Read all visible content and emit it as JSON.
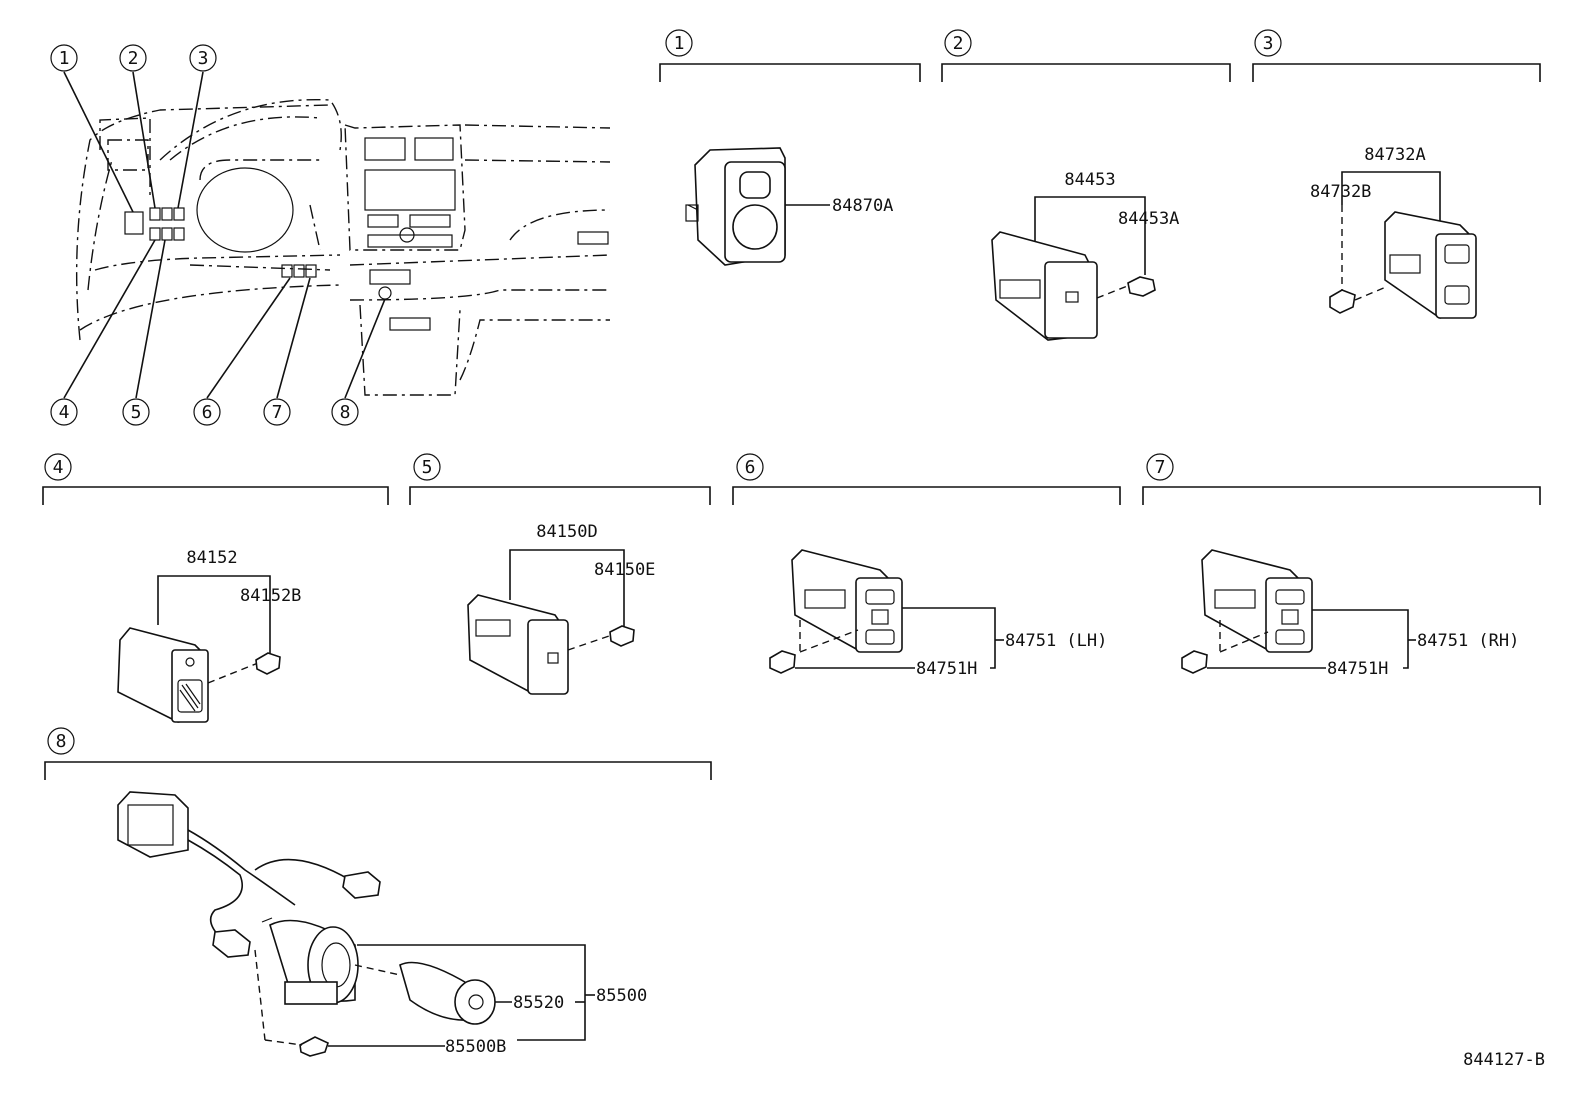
{
  "callouts": [
    "1",
    "2",
    "3",
    "4",
    "5",
    "6",
    "7",
    "8"
  ],
  "parts": {
    "p84870A": "84870A",
    "p84453": "84453",
    "p84453A": "84453A",
    "p84732A": "84732A",
    "p84732B": "84732B",
    "p84152": "84152",
    "p84152B": "84152B",
    "p84150D": "84150D",
    "p84150E": "84150E",
    "p84751LH": "84751 (LH)",
    "p84751H_a": "84751H",
    "p84751RH": "84751 (RH)",
    "p84751H_b": "84751H",
    "p85500": "85500",
    "p85520": "85520",
    "p85500B": "85500B"
  },
  "figure_code": "844127-B"
}
